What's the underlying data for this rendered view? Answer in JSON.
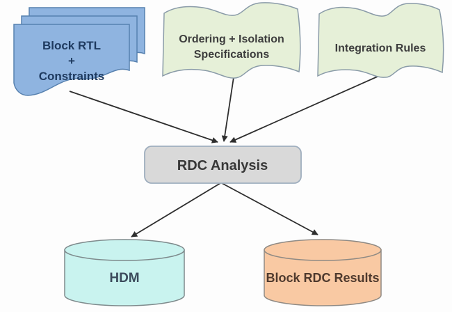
{
  "background": "#FDFDFD",
  "arrow_color": "#2E2E2E",
  "nodes": {
    "block_rtl": {
      "shape": "document-stack",
      "lines": [
        "Block RTL",
        "+",
        "Constraints"
      ],
      "fill": "#8FB4E0",
      "stroke": "#5781AF",
      "text_color": "#1E3A5F"
    },
    "ordering_isolation": {
      "shape": "wave",
      "lines": [
        "Ordering + Isolation",
        "Specifications"
      ],
      "fill": "#E6F0D8",
      "stroke": "#8A9BA8",
      "text_color": "#3D3D3D"
    },
    "integration_rules": {
      "shape": "wave",
      "lines": [
        "Integration Rules"
      ],
      "fill": "#E6F0D8",
      "stroke": "#8A9BA8",
      "text_color": "#3D3D3D"
    },
    "rdc_analysis": {
      "shape": "rounded-rectangle",
      "label": "RDC Analysis",
      "fill": "#D9D9D9",
      "stroke": "#9FAEBE",
      "text_color": "#383838"
    },
    "hdm": {
      "shape": "cylinder",
      "label": "HDM",
      "fill": "#C9F3EF",
      "stroke": "#7E8A8C",
      "text_color": "#3C4B5C"
    },
    "block_rdc_results": {
      "shape": "cylinder",
      "label": "Block RDC Results",
      "fill": "#F9C9A3",
      "stroke": "#8F8A84",
      "text_color": "#4F3A2E"
    }
  },
  "edges": [
    {
      "from": "block_rtl",
      "to": "rdc_analysis"
    },
    {
      "from": "ordering_isolation",
      "to": "rdc_analysis"
    },
    {
      "from": "integration_rules",
      "to": "rdc_analysis"
    },
    {
      "from": "rdc_analysis",
      "to": "hdm"
    },
    {
      "from": "rdc_analysis",
      "to": "block_rdc_results"
    }
  ]
}
